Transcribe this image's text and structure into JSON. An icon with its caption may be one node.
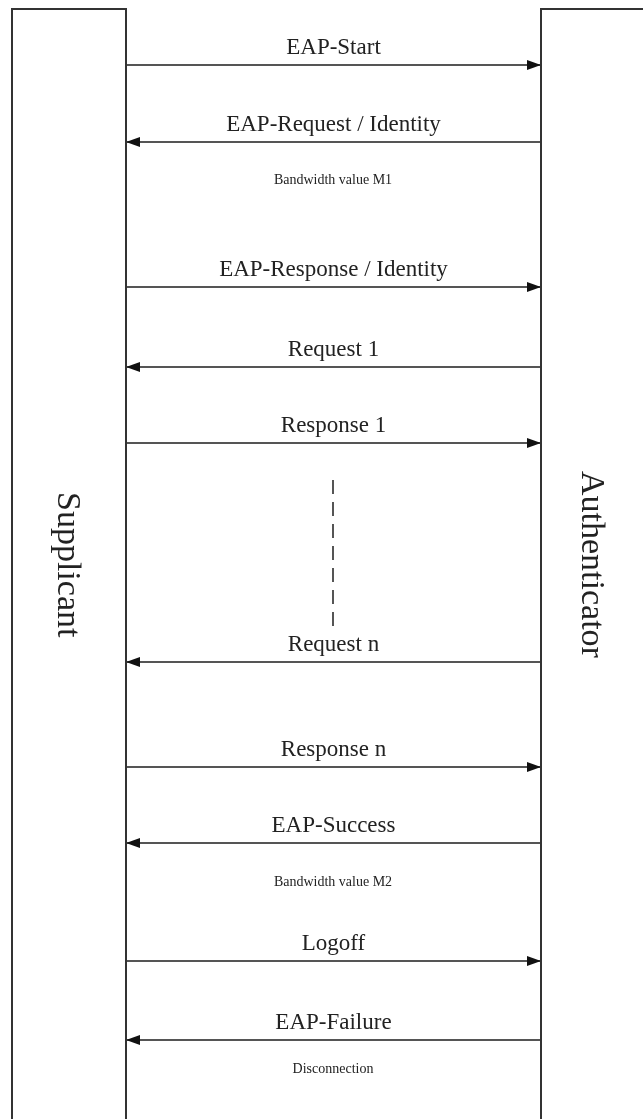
{
  "diagram": {
    "nodes": [
      {
        "text": [
          "Supplicant"
        ]
      },
      {
        "text": [
          "Authenticator"
        ]
      }
    ],
    "edges": [
      {
        "from": 0,
        "to": 1,
        "arrow": "to",
        "label": "EAP-Start"
      },
      {
        "from": 1,
        "to": 0,
        "arrow": "to",
        "label": "EAP-Request / Identity"
      },
      {
        "from": 0,
        "to": 1,
        "arrow": "to",
        "label": "EAP-Response / Identity"
      },
      {
        "from": 1,
        "to": 0,
        "arrow": "to",
        "label": "Request 1"
      },
      {
        "from": 0,
        "to": 1,
        "arrow": "to",
        "label": "Response 1"
      },
      {
        "from": 1,
        "to": 0,
        "arrow": "to",
        "label": "Request n"
      },
      {
        "from": 0,
        "to": 1,
        "arrow": "to",
        "label": "Response n"
      },
      {
        "from": 1,
        "to": 0,
        "arrow": "to",
        "label": "EAP-Success"
      },
      {
        "from": 0,
        "to": 1,
        "arrow": "to",
        "label": "Logoff"
      },
      {
        "from": 1,
        "to": 0,
        "arrow": "to",
        "label": "EAP-Failure"
      }
    ],
    "labels": [
      "Bandwidth value M1",
      "Bandwidth value M2",
      "Disconnection"
    ]
  }
}
